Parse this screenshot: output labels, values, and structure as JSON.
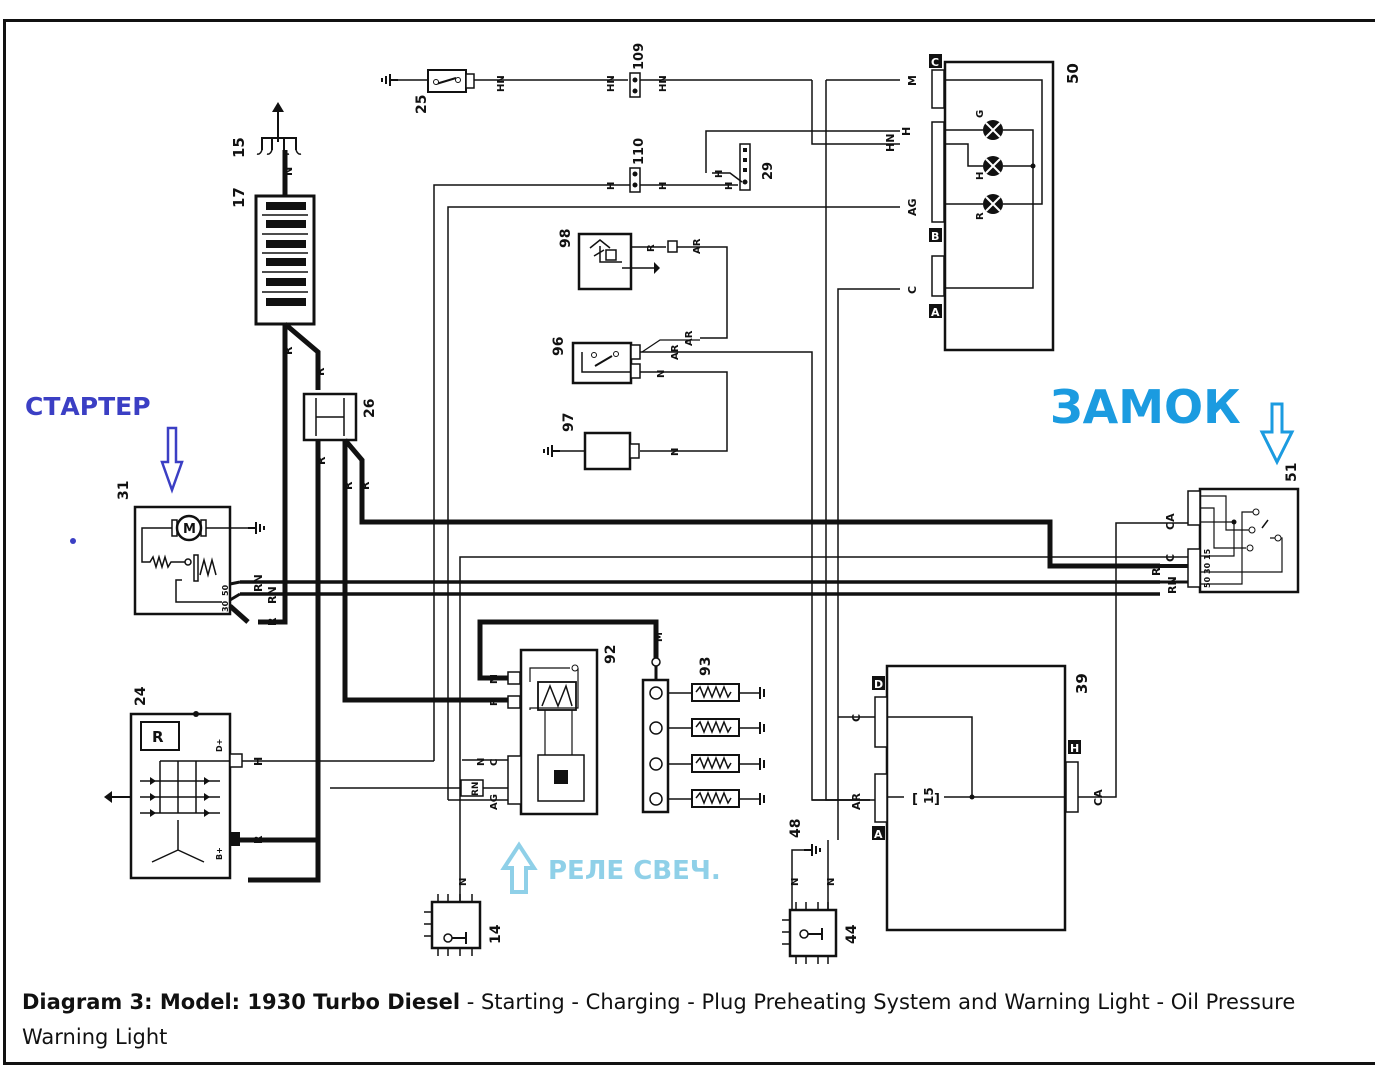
{
  "caption": {
    "bold": "Diagram 3: Model: 1930 Turbo Diesel",
    "rest": " - Starting - Charging - Plug Preheating System and Warning Light - Oil Pressure Warning Light"
  },
  "annotations": {
    "starter": {
      "text": "СТАРТЕР",
      "color": "#3b3fc4"
    },
    "ignition_lock": {
      "text": "ЗАМОК",
      "color": "#1b9be0"
    },
    "glow_relay": {
      "text": "РЕЛЕ СВЕЧ.",
      "color": "#8fd0e8"
    }
  },
  "components": [
    {
      "id": "14",
      "kind": "earth-point"
    },
    {
      "id": "15",
      "kind": "earth-point"
    },
    {
      "id": "17",
      "kind": "battery"
    },
    {
      "id": "24",
      "kind": "alternator"
    },
    {
      "id": "25",
      "kind": "switch"
    },
    {
      "id": "26",
      "kind": "fuse-box"
    },
    {
      "id": "29",
      "kind": "connector"
    },
    {
      "id": "31",
      "kind": "starter-motor"
    },
    {
      "id": "39",
      "kind": "control-unit"
    },
    {
      "id": "44",
      "kind": "earth-point"
    },
    {
      "id": "48",
      "kind": "earth"
    },
    {
      "id": "50",
      "kind": "instrument-panel"
    },
    {
      "id": "51",
      "kind": "ignition-switch"
    },
    {
      "id": "92",
      "kind": "glow-plug-relay"
    },
    {
      "id": "93",
      "kind": "glow-plugs"
    },
    {
      "id": "96",
      "kind": "switch"
    },
    {
      "id": "97",
      "kind": "sensor"
    },
    {
      "id": "98",
      "kind": "sensor"
    },
    {
      "id": "109",
      "kind": "connector"
    },
    {
      "id": "110",
      "kind": "connector"
    }
  ],
  "wire_labels": {
    "n": "N",
    "r": "R",
    "m": "M",
    "hn": "HN",
    "h": "H",
    "ag": "AG",
    "c": "C",
    "ar": "AR",
    "ca": "CA",
    "rn": "RN",
    "g": "G"
  },
  "connector_labels": {
    "a": "A",
    "b": "B",
    "c": "C",
    "d": "D",
    "h": "H"
  },
  "pin_labels": {
    "p50": "50",
    "p30": "30",
    "p15": "15",
    "d_plus": "D+",
    "b_plus": "B+",
    "fuse15": "15"
  }
}
